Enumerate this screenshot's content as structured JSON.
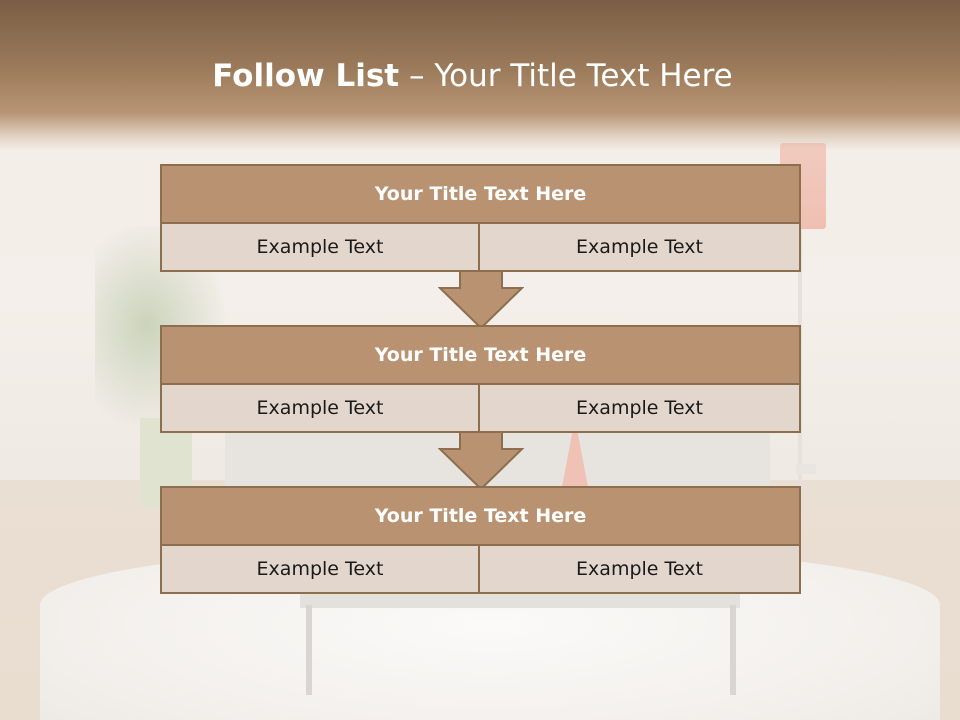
{
  "slide": {
    "title_bold": "Follow List",
    "title_separator": "–",
    "title_rest": "Your Title Text Here"
  },
  "blocks": [
    {
      "title": "Your Title Text Here",
      "left": "Example Text",
      "right": "Example Text"
    },
    {
      "title": "Your Title Text Here",
      "left": "Example Text",
      "right": "Example Text"
    },
    {
      "title": "Your Title Text Here",
      "left": "Example Text",
      "right": "Example Text"
    }
  ],
  "colors": {
    "header_brown": "#7a5e45",
    "block_title_fill": "#b99371",
    "block_border": "#8d6e4f",
    "cell_fill": "#e3d7cd",
    "arrow_fill": "#b99371"
  }
}
